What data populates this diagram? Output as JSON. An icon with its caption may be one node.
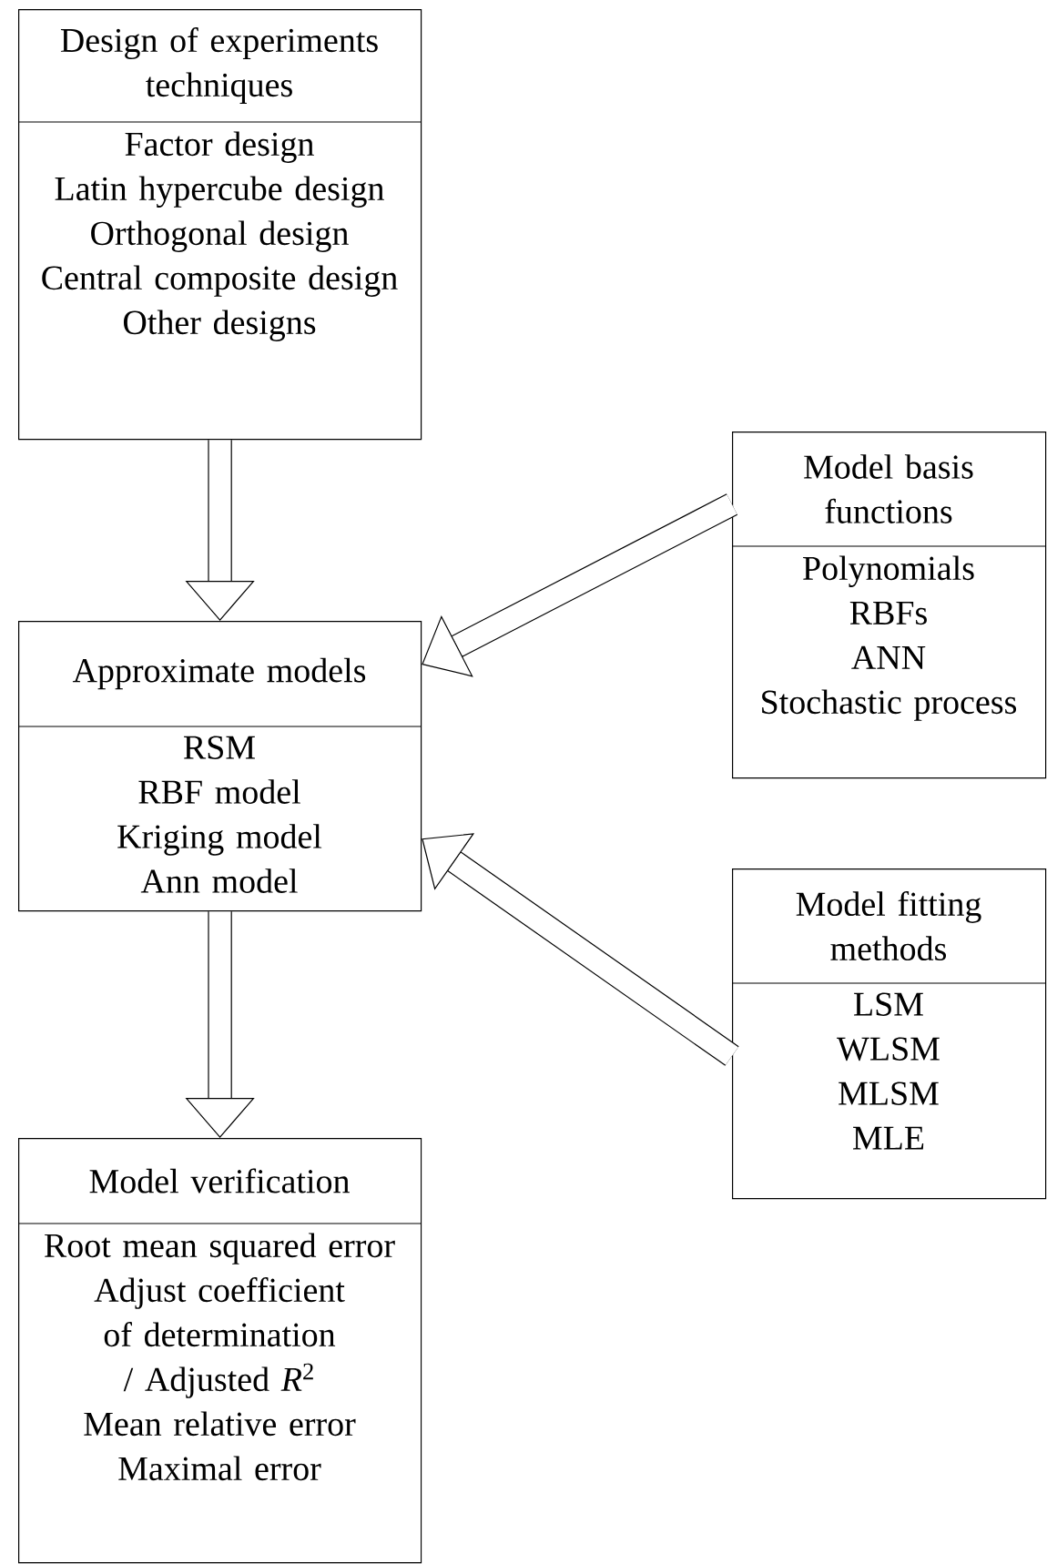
{
  "diagram": {
    "nodes": [
      {
        "text": [
          "Design of experiments techniques",
          "Factor design",
          "Latin hypercube design",
          "Orthogonal design",
          "Central composite design",
          "Other designs"
        ]
      },
      {
        "text": [
          "Approximate models",
          "RSM",
          "RBF model",
          "Kriging model",
          "Ann model"
        ]
      },
      {
        "text": [
          "Model basis functions",
          "Polynomials",
          "RBFs",
          "ANN",
          "Stochastic process"
        ]
      },
      {
        "text": [
          "Model fitting methods",
          "LSM",
          "WLSM",
          "MLSM",
          "MLE"
        ]
      },
      {
        "text": [
          "Model verification",
          "Root mean squared error",
          "Adjust coefficient of determination / Adjusted *R*$^{2}$",
          "Mean relative error",
          "Maximal error"
        ]
      }
    ],
    "edges": [
      {
        "from": 0,
        "to": 1,
        "arrow": "to"
      },
      {
        "from": 2,
        "to": 1,
        "arrow": "to"
      },
      {
        "from": 3,
        "to": 1,
        "arrow": "to"
      },
      {
        "from": 1,
        "to": 4,
        "arrow": "to"
      }
    ]
  }
}
